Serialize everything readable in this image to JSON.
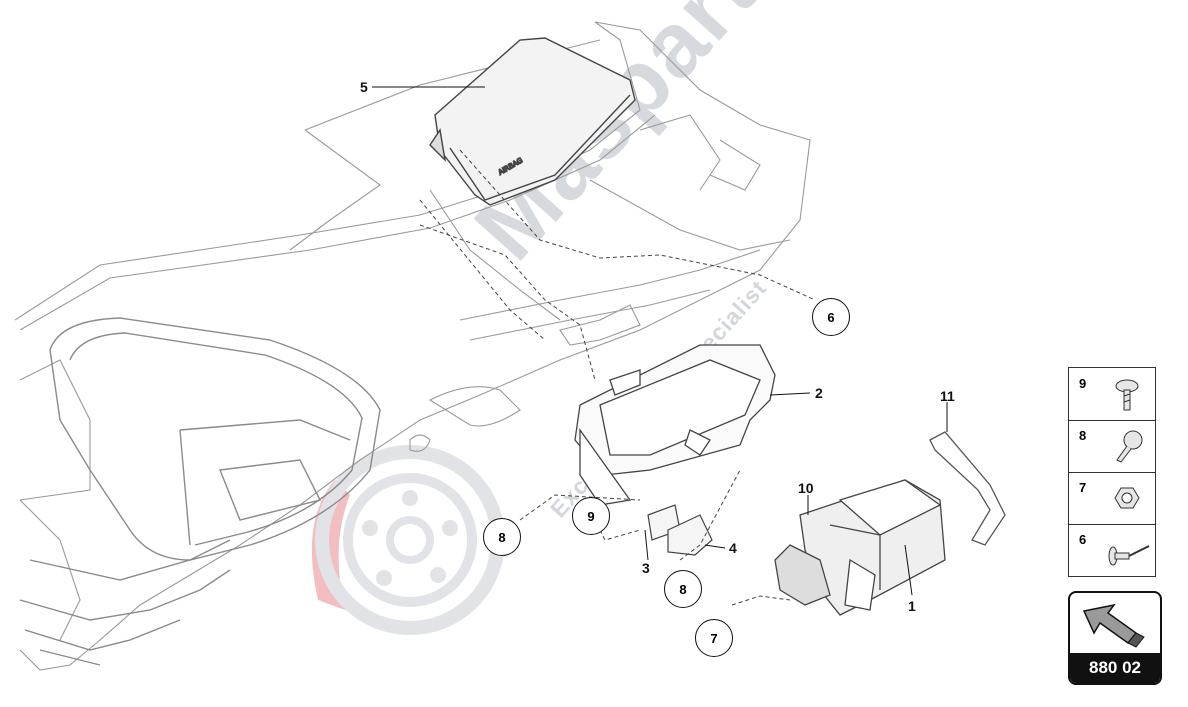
{
  "diagram": {
    "callouts": {
      "c1": "1",
      "c2": "2",
      "c3": "3",
      "c4": "4",
      "c5": "5",
      "c10": "10",
      "c11": "11"
    },
    "circled": {
      "r6": "6",
      "r7": "7",
      "r8a": "8",
      "r8b": "8",
      "r9": "9"
    }
  },
  "legend": {
    "items": [
      {
        "number": "9",
        "icon": "screw-icon"
      },
      {
        "number": "8",
        "icon": "bolt-icon"
      },
      {
        "number": "7",
        "icon": "hex-nut-icon"
      },
      {
        "number": "6",
        "icon": "rivet-icon"
      }
    ]
  },
  "reference": {
    "code": "880 02",
    "icon": "arrow-icon"
  },
  "watermark": {
    "brand": "Masparts",
    "tagline": "Exclusive Parts Specialist"
  }
}
